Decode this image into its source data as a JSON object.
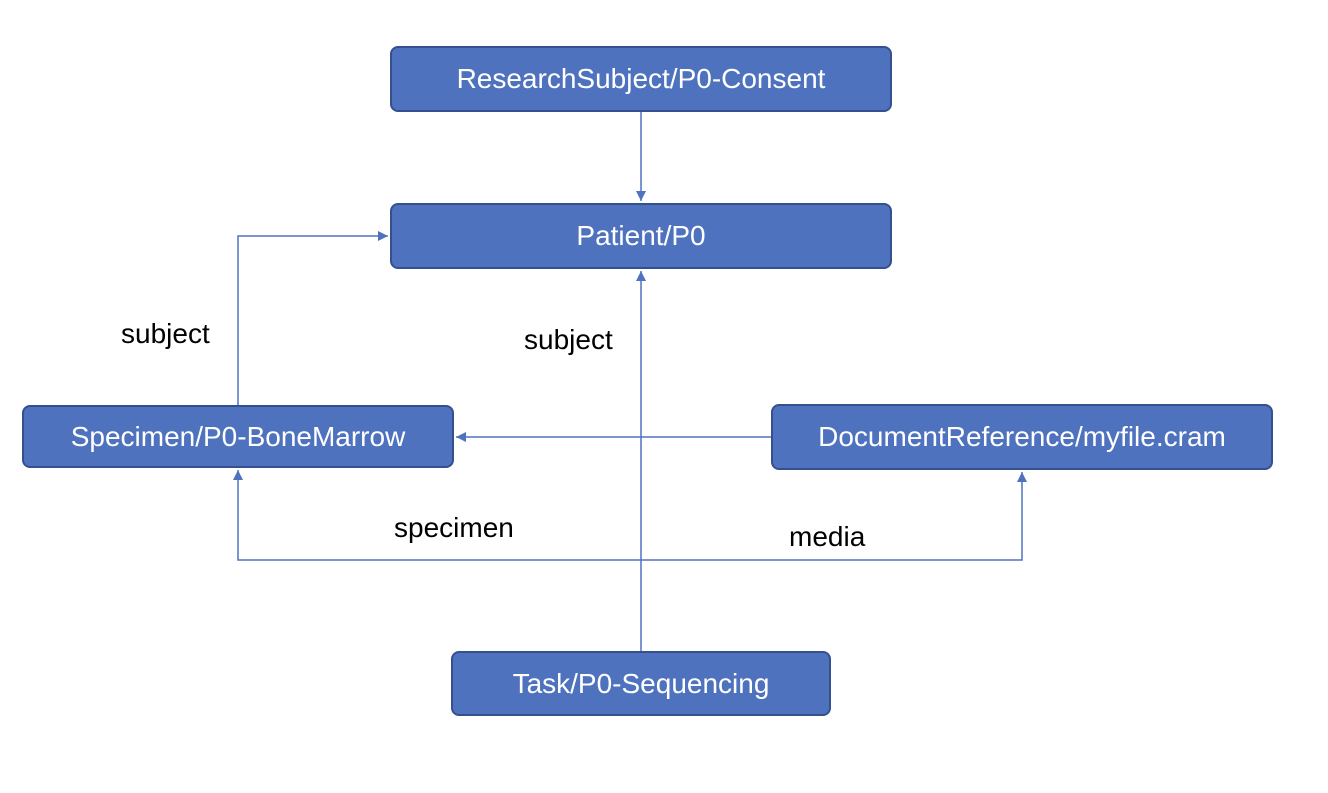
{
  "nodes": {
    "research_subject": "ResearchSubject/P0-Consent",
    "patient": "Patient/P0",
    "specimen": "Specimen/P0-BoneMarrow",
    "document_reference": "DocumentReference/myfile.cram",
    "task": "Task/P0-Sequencing"
  },
  "edge_labels": {
    "specimen_subject": "subject",
    "task_subject": "subject",
    "task_specimen": "specimen",
    "task_media": "media"
  },
  "colors": {
    "node_fill": "#4f72bf",
    "node_border": "#34508f",
    "node_text": "#ffffff",
    "edge": "#4f72bf"
  }
}
